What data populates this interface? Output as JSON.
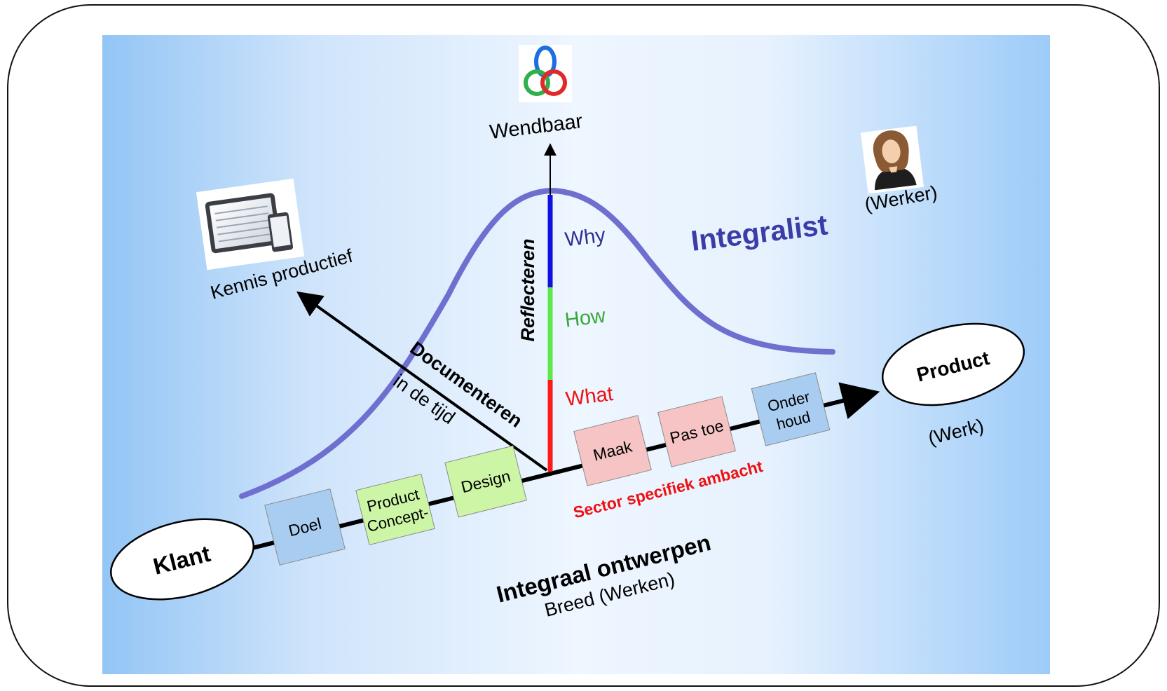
{
  "top_axis": {
    "label": "Wendbaar"
  },
  "left_axis": {
    "label": "Kennis productief"
  },
  "worker": {
    "title": "Integralist",
    "subtitle": "(Werker)"
  },
  "reflect": {
    "label": "Reflecteren",
    "levels": [
      {
        "label": "Why",
        "color": "#2e3092"
      },
      {
        "label": "How",
        "color": "#3aa63a"
      },
      {
        "label": "What",
        "color": "#ee1111"
      }
    ],
    "bar_colors": {
      "why": "#1010e0",
      "how": "#5ee84a",
      "what": "#ff1a1a"
    }
  },
  "documenteren": {
    "main": "Documenteren",
    "sub": "in de tijd"
  },
  "klant": {
    "label": "Klant"
  },
  "product": {
    "label": "Product",
    "sub": "(Werk)"
  },
  "steps": [
    {
      "label": "Doel",
      "fill": "#a9cdf0"
    },
    {
      "label_line1": "Product",
      "label_line2": "Concept-",
      "fill": "#cdf5a6"
    },
    {
      "label": "Design",
      "fill": "#cdf5a6"
    },
    {
      "label": "Maak",
      "fill": "#f6c4c4"
    },
    {
      "label": "Pas toe",
      "fill": "#f6c4c4"
    },
    {
      "label_line1": "Onder",
      "label_line2": "houd",
      "fill": "#a9cdf0"
    }
  ],
  "sector": {
    "label": "Sector specifiek ambacht",
    "color": "#ee1111"
  },
  "integraal": {
    "title": "Integraal ontwerpen",
    "sub": "Breed  (Werken)"
  },
  "colors": {
    "curve": "#6f6fcf",
    "integralist": "#3c3ca8"
  },
  "icons": [
    "tablet-devices-icon",
    "borromean-rings-icon",
    "woman-avatar-icon"
  ]
}
